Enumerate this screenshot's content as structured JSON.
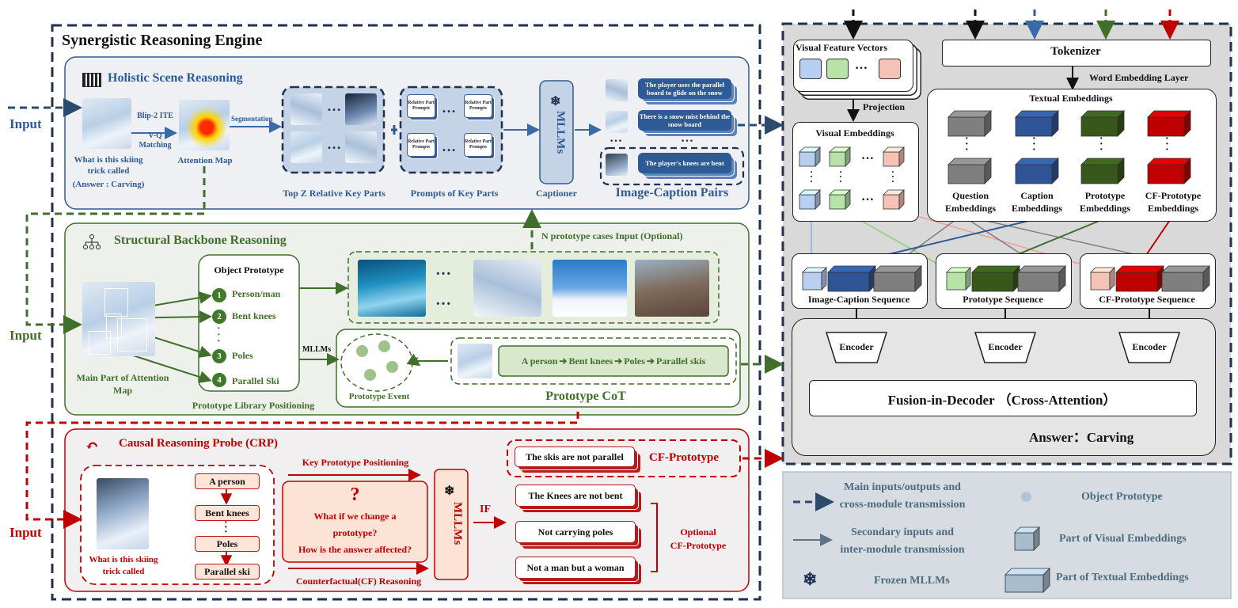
{
  "engine_title": "Synergistic Reasoning Engine",
  "inputs": {
    "input1": "Input",
    "input2": "Input",
    "input3": "Input"
  },
  "holistic": {
    "title": "Holistic Scene Reasoning",
    "question": "What is this skiing trick called",
    "answer": "(Answer : Carving)",
    "blip": "Blip-2 ITE",
    "vq": "V-Q",
    "matching": "Matching",
    "attention_map": "Attention Map",
    "segmentation": "Segmentation",
    "top_z": "Top Z Relative Key Parts",
    "prompt_card": "Relative Part Prompts",
    "prompts_label": "Prompts of Key Parts",
    "mllms": "MLLMs",
    "captioner": "Captioner",
    "captions": [
      "The player uses the parallel board to glide on the snow",
      "There is a snow mist behind the snow board",
      "The player's knees are bent"
    ],
    "pairs_label": "Image-Caption Pairs"
  },
  "structural": {
    "title": "Structural Backbone Reasoning",
    "n_prototype": "N prototype cases Input (Optional)",
    "object_prototype": "Object Prototype",
    "items": [
      {
        "n": "1",
        "label": "Person/man"
      },
      {
        "n": "2",
        "label": "Bent knees"
      },
      {
        "n": "3",
        "label": "Poles"
      },
      {
        "n": "4",
        "label": "Parallel Ski"
      }
    ],
    "main_part": "Main Part of Attention",
    "map": "Map",
    "library": "Prototype Library Positioning",
    "mllms": "MLLMs",
    "prototype_event": "Prototype Event",
    "cot_chain": [
      "A person",
      "Bent knees",
      "Poles",
      "Parallel skis"
    ],
    "cot_label": "Prototype CoT"
  },
  "causal": {
    "title": "Causal Reasoning Probe (CRP)",
    "chain": [
      "A person",
      "Bent knees",
      "Poles",
      "Parallel ski"
    ],
    "question1": "What is this skiing",
    "question2": "trick called",
    "key_positioning": "Key Prototype Positioning",
    "qmark": "?",
    "whatif1": "What if we change a",
    "whatif2": "prototype?",
    "whatif3": "How is the answer affected?",
    "cf_reasoning": "Counterfactual(CF) Reasoning",
    "mllms": "MLLMs",
    "if": "IF",
    "cf_top": "The skis are not parallel",
    "cf_label": "CF-Prototype",
    "optional": [
      "The Knees are not bent",
      "Not carrying poles",
      "Not a man but a woman"
    ],
    "optional_label1": "Optional",
    "optional_label2": "CF-Prototype"
  },
  "right": {
    "visual_feature_vectors": "Visual Feature Vectors",
    "tokenizer": "Tokenizer",
    "word_embedding": "Word Embedding Layer",
    "projection": "Projection",
    "visual_embeddings": "Visual Embeddings",
    "textual_embeddings": "Textual Embeddings",
    "embed_labels": [
      [
        "Question",
        "Embeddings"
      ],
      [
        "Caption",
        "Embeddings"
      ],
      [
        "Prototype",
        "Embeddings"
      ],
      [
        "CF-Prototype",
        "Embeddings"
      ]
    ],
    "sequences": [
      "Image-Caption Sequence",
      "Prototype Sequence",
      "CF-Prototype Sequence"
    ],
    "encoder": "Encoder",
    "fusion": "Fusion-in-Decoder （Cross-Attention）",
    "answer": "Answer：Carving",
    "dots": "…"
  },
  "legend": {
    "main1": "Main inputs/outputs and",
    "main2": "cross-module transmission",
    "secondary1": "Secondary inputs and",
    "secondary2": "inter-module transmission",
    "frozen": "Frozen MLLMs",
    "object_prototype": "Object Prototype",
    "part_visual": "Part of Visual Embeddings",
    "part_textual": "Part of Textual Embeddings"
  },
  "colors": {
    "blue": "#2f5b95",
    "green": "#3f6f2a",
    "red": "#c00000",
    "navy": "#1f3b5f"
  }
}
